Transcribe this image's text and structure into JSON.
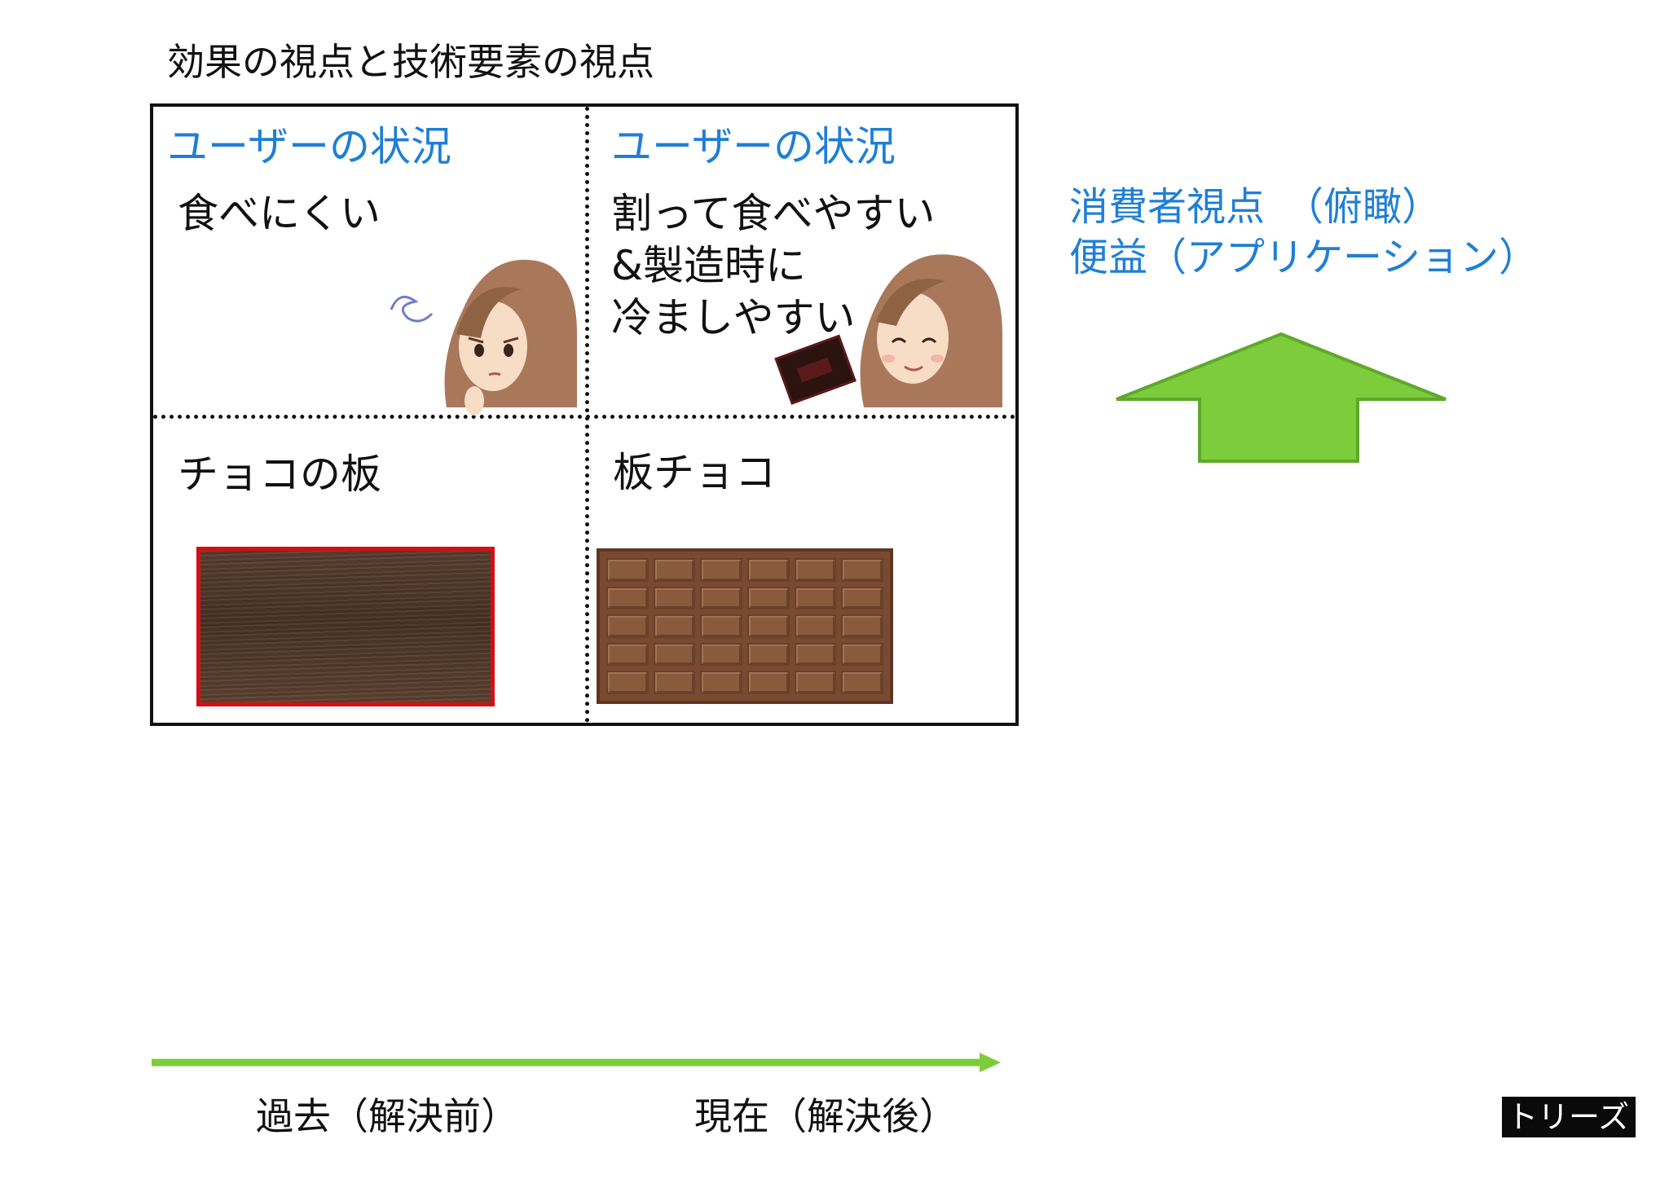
{
  "page": {
    "title": "効果の視点と技術要素の視点"
  },
  "matrix": {
    "top_left": {
      "heading": "ユーザーの状況",
      "text": "食べにくい"
    },
    "top_right": {
      "heading": "ユーザーの状況",
      "lines": [
        "割って食べやすい",
        "&製造時に",
        "冷ましやすい"
      ]
    },
    "bottom_left": {
      "text": "チョコの板"
    },
    "bottom_right": {
      "text": "板チョコ"
    }
  },
  "side": {
    "line1": "消費者視点　（俯瞰）",
    "line2": "便益（アプリケーション）",
    "arrow_color": "#7dcc3c"
  },
  "timeline": {
    "past_label": "過去（解決前）",
    "present_label": "現在（解決後）",
    "color": "#7dcc3c"
  },
  "logo": {
    "text": "トリーズ"
  },
  "colors": {
    "accent_blue": "#1f7fd6",
    "board_border": "#d30f14",
    "chocolate": "#7a4a30"
  }
}
